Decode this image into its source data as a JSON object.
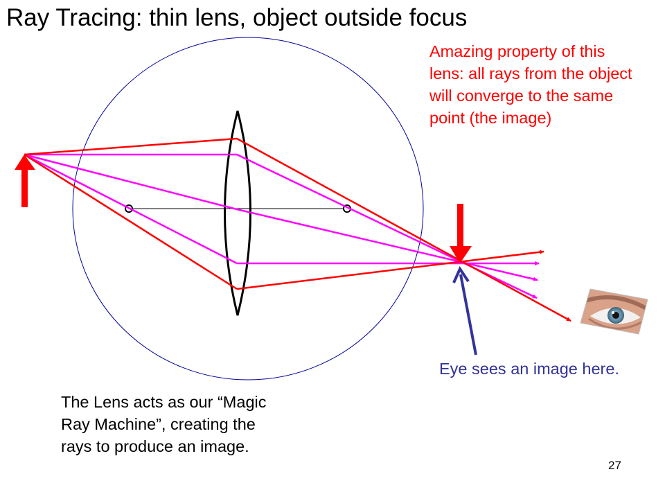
{
  "title": "Ray Tracing: thin lens, object outside focus",
  "notes": {
    "property": "Amazing property of this lens: all rays from the object will converge to the same point (the image)",
    "eye": "Eye sees an image here.",
    "lens": "The Lens acts as our “Magic Ray Machine”, creating the rays to produce an image."
  },
  "slide_number": "27",
  "colors": {
    "principal_ray": "#ff0000",
    "extra_ray": "#ff00ff",
    "object_arrow": "#ff0000",
    "image_arrow": "#ff0000",
    "eye_pointer": "#333399",
    "circle": "#000099",
    "axis": "#000000"
  },
  "icons": [
    "eye-photo-icon"
  ]
}
